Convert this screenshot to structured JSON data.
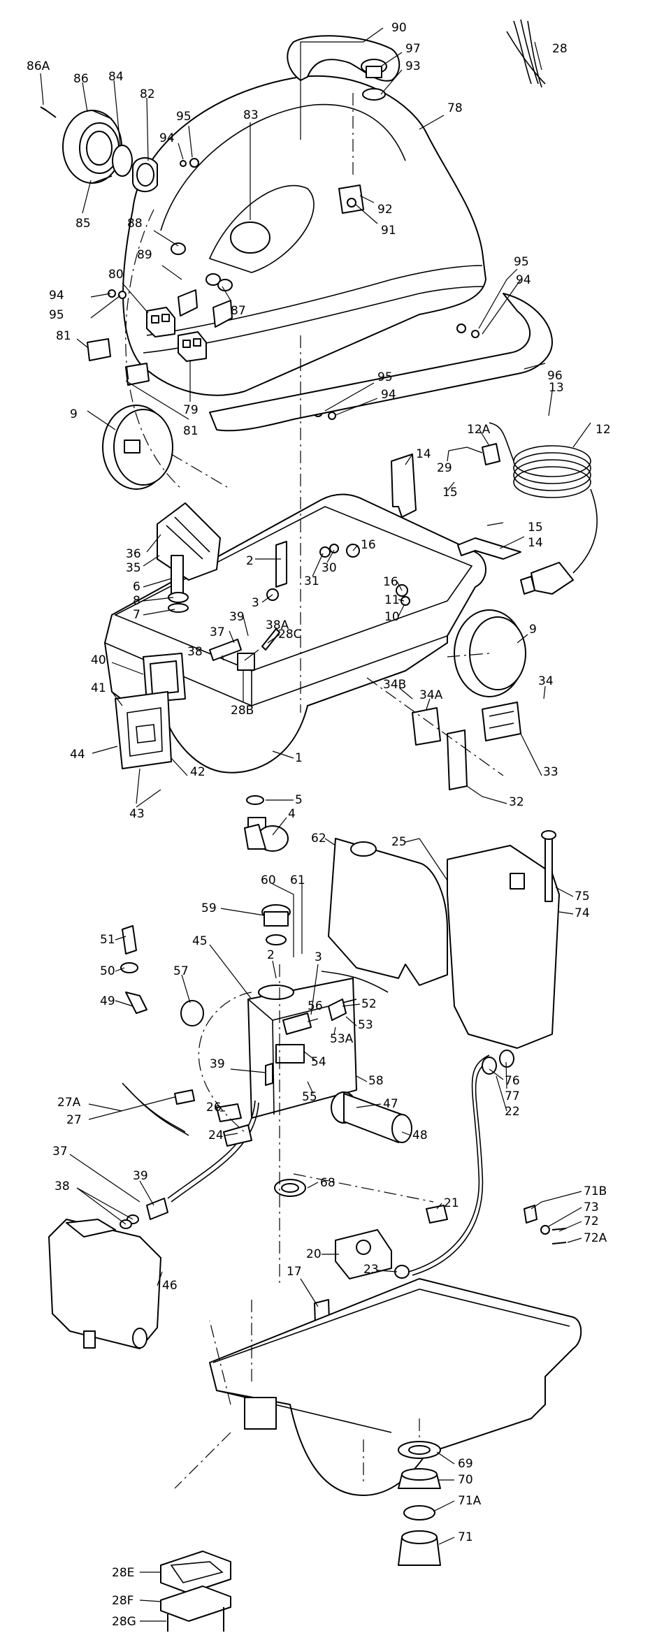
{
  "labels": [
    {
      "id": "86A",
      "text": "86A"
    },
    {
      "id": "86",
      "text": "86"
    },
    {
      "id": "84",
      "text": "84"
    },
    {
      "id": "82",
      "text": "82"
    },
    {
      "id": "95a",
      "text": "95"
    },
    {
      "id": "94a",
      "text": "94"
    },
    {
      "id": "83",
      "text": "83"
    },
    {
      "id": "85",
      "text": "85"
    },
    {
      "id": "88",
      "text": "88"
    },
    {
      "id": "89",
      "text": "89"
    },
    {
      "id": "80",
      "text": "80"
    },
    {
      "id": "94b",
      "text": "94"
    },
    {
      "id": "95b",
      "text": "95"
    },
    {
      "id": "81a",
      "text": "81"
    },
    {
      "id": "79",
      "text": "79"
    },
    {
      "id": "81b",
      "text": "81"
    },
    {
      "id": "87",
      "text": "87"
    },
    {
      "id": "90",
      "text": "90"
    },
    {
      "id": "97",
      "text": "97"
    },
    {
      "id": "93",
      "text": "93"
    },
    {
      "id": "78",
      "text": "78"
    },
    {
      "id": "92",
      "text": "92"
    },
    {
      "id": "91",
      "text": "91"
    },
    {
      "id": "28",
      "text": "28"
    },
    {
      "id": "95c",
      "text": "95"
    },
    {
      "id": "94c",
      "text": "94"
    },
    {
      "id": "96",
      "text": "96"
    },
    {
      "id": "95d",
      "text": "95"
    },
    {
      "id": "94d",
      "text": "94"
    },
    {
      "id": "13",
      "text": "13"
    },
    {
      "id": "12A",
      "text": "12A"
    },
    {
      "id": "12",
      "text": "12"
    },
    {
      "id": "9a",
      "text": "9"
    },
    {
      "id": "14a",
      "text": "14"
    },
    {
      "id": "29",
      "text": "29"
    },
    {
      "id": "15a",
      "text": "15"
    },
    {
      "id": "15b",
      "text": "15"
    },
    {
      "id": "14b",
      "text": "14"
    },
    {
      "id": "36",
      "text": "36"
    },
    {
      "id": "35",
      "text": "35"
    },
    {
      "id": "2a",
      "text": "2"
    },
    {
      "id": "31",
      "text": "31"
    },
    {
      "id": "30",
      "text": "30"
    },
    {
      "id": "16a",
      "text": "16"
    },
    {
      "id": "6",
      "text": "6"
    },
    {
      "id": "8",
      "text": "8"
    },
    {
      "id": "7",
      "text": "7"
    },
    {
      "id": "3a",
      "text": "3"
    },
    {
      "id": "16b",
      "text": "16"
    },
    {
      "id": "11",
      "text": "11"
    },
    {
      "id": "10",
      "text": "10"
    },
    {
      "id": "39a",
      "text": "39"
    },
    {
      "id": "37a",
      "text": "37"
    },
    {
      "id": "38A",
      "text": "38A"
    },
    {
      "id": "28C",
      "text": "28C"
    },
    {
      "id": "38a",
      "text": "38"
    },
    {
      "id": "40",
      "text": "40"
    },
    {
      "id": "28B",
      "text": "28B"
    },
    {
      "id": "9b",
      "text": "9"
    },
    {
      "id": "41",
      "text": "41"
    },
    {
      "id": "34",
      "text": "34"
    },
    {
      "id": "34B",
      "text": "34B"
    },
    {
      "id": "34A",
      "text": "34A"
    },
    {
      "id": "44",
      "text": "44"
    },
    {
      "id": "1",
      "text": "1"
    },
    {
      "id": "42",
      "text": "42"
    },
    {
      "id": "33",
      "text": "33"
    },
    {
      "id": "5",
      "text": "5"
    },
    {
      "id": "43",
      "text": "43"
    },
    {
      "id": "32",
      "text": "32"
    },
    {
      "id": "4",
      "text": "4"
    },
    {
      "id": "62",
      "text": "62"
    },
    {
      "id": "25",
      "text": "25"
    },
    {
      "id": "60",
      "text": "60"
    },
    {
      "id": "61",
      "text": "61"
    },
    {
      "id": "59",
      "text": "59"
    },
    {
      "id": "75",
      "text": "75"
    },
    {
      "id": "74",
      "text": "74"
    },
    {
      "id": "51",
      "text": "51"
    },
    {
      "id": "45",
      "text": "45"
    },
    {
      "id": "2b",
      "text": "2"
    },
    {
      "id": "3b",
      "text": "3"
    },
    {
      "id": "50",
      "text": "50"
    },
    {
      "id": "57",
      "text": "57"
    },
    {
      "id": "49",
      "text": "49"
    },
    {
      "id": "56",
      "text": "56"
    },
    {
      "id": "52",
      "text": "52"
    },
    {
      "id": "53",
      "text": "53"
    },
    {
      "id": "53A",
      "text": "53A"
    },
    {
      "id": "54",
      "text": "54"
    },
    {
      "id": "39b",
      "text": "39"
    },
    {
      "id": "58",
      "text": "58"
    },
    {
      "id": "55",
      "text": "55"
    },
    {
      "id": "47",
      "text": "47"
    },
    {
      "id": "76",
      "text": "76"
    },
    {
      "id": "27A",
      "text": "27A"
    },
    {
      "id": "27",
      "text": "27"
    },
    {
      "id": "26",
      "text": "26"
    },
    {
      "id": "77",
      "text": "77"
    },
    {
      "id": "24",
      "text": "24"
    },
    {
      "id": "48",
      "text": "48"
    },
    {
      "id": "22",
      "text": "22"
    },
    {
      "id": "37b",
      "text": "37"
    },
    {
      "id": "39c",
      "text": "39"
    },
    {
      "id": "38b",
      "text": "38"
    },
    {
      "id": "68",
      "text": "68"
    },
    {
      "id": "71B",
      "text": "71B"
    },
    {
      "id": "73",
      "text": "73"
    },
    {
      "id": "21",
      "text": "21"
    },
    {
      "id": "72",
      "text": "72"
    },
    {
      "id": "72A",
      "text": "72A"
    },
    {
      "id": "46",
      "text": "46"
    },
    {
      "id": "20",
      "text": "20"
    },
    {
      "id": "23",
      "text": "23"
    },
    {
      "id": "17",
      "text": "17"
    },
    {
      "id": "69",
      "text": "69"
    },
    {
      "id": "70",
      "text": "70"
    },
    {
      "id": "71A",
      "text": "71A"
    },
    {
      "id": "71",
      "text": "71"
    },
    {
      "id": "28E",
      "text": "28E"
    },
    {
      "id": "28F",
      "text": "28F"
    },
    {
      "id": "28G",
      "text": "28G"
    }
  ]
}
